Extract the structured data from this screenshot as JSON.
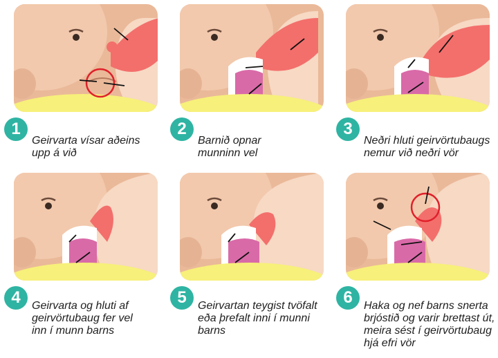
{
  "steps": [
    {
      "number": "1",
      "lines": [
        "Geirvarta vísar aðeins",
        "upp á við"
      ]
    },
    {
      "number": "2",
      "lines": [
        "Barnið opnar",
        "munninn vel"
      ]
    },
    {
      "number": "3",
      "lines": [
        "Neðri hluti geirvörtubaugs",
        "nemur við neðri vör"
      ]
    },
    {
      "number": "4",
      "lines": [
        "Geirvarta og hluti af",
        "geirvörtubaug fer vel",
        "inn í munn barns"
      ]
    },
    {
      "number": "5",
      "lines": [
        "Geirvartan teygist tvöfalt",
        "eða þrefalt inni í munni",
        "barns"
      ]
    },
    {
      "number": "6",
      "lines": [
        "Haka og nef barns snerta",
        "brjóstið og varir brettast út,",
        "meira sést í geirvörtubaug",
        "hjá efri vör"
      ]
    }
  ],
  "colors": {
    "accent": "#2fb4a3",
    "skin": "#f2c9ad",
    "skin_shadow": "#e5b394",
    "nipple": "#f36f6c",
    "tongue": "#d96aa8",
    "blanket": "#f7f07a",
    "mouth_outline": "#ffffff",
    "highlight_circle": "#e0202a"
  }
}
